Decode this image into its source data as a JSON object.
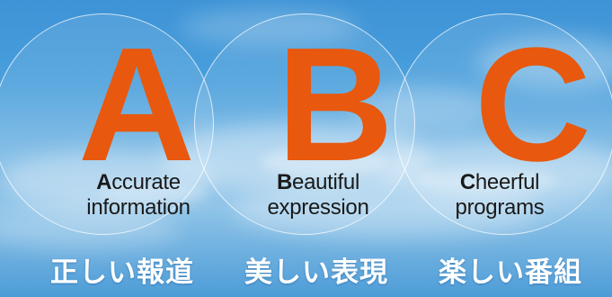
{
  "colors": {
    "letter": "#e8580e",
    "caption_text": "#1a1a1a",
    "japanese_text": "#ffffff",
    "sky_top": "#3d93d6",
    "sky_bottom": "#4d9cd7",
    "circle_outline": "#ffffff"
  },
  "items": [
    {
      "letter": "A",
      "caption_initial": "A",
      "caption_rest_line1": "ccurate",
      "caption_line2": "information",
      "japanese": "正しい報道"
    },
    {
      "letter": "B",
      "caption_initial": "B",
      "caption_rest_line1": "eautiful",
      "caption_line2": "expression",
      "japanese": "美しい表現"
    },
    {
      "letter": "C",
      "caption_initial": "C",
      "caption_rest_line1": "heerful",
      "caption_line2": "programs",
      "japanese": "楽しい番組"
    }
  ]
}
